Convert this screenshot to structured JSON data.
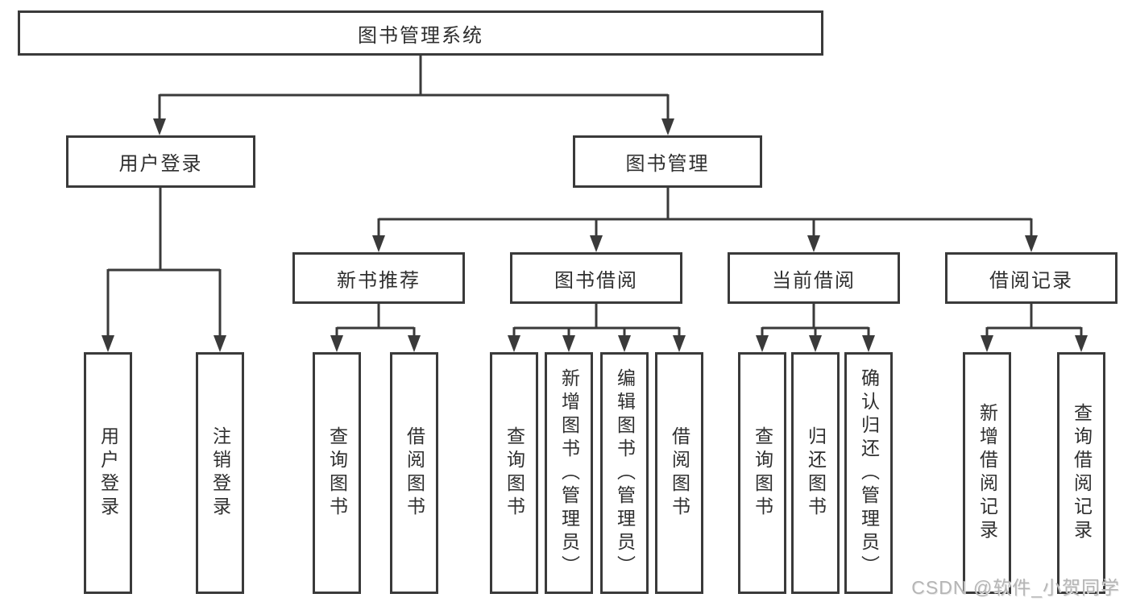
{
  "root": {
    "label": "图书管理系统"
  },
  "user_branch": {
    "label": "用户登录",
    "children": [
      {
        "label": "用户登录"
      },
      {
        "label": "注销登录"
      }
    ]
  },
  "mgmt_branch": {
    "label": "图书管理",
    "sections": [
      {
        "label": "新书推荐",
        "children": [
          {
            "label": "查询图书"
          },
          {
            "label": "借阅图书"
          }
        ]
      },
      {
        "label": "图书借阅",
        "children": [
          {
            "label": "查询图书"
          },
          {
            "label": "新增图书（管理员）"
          },
          {
            "label": "编辑图书（管理员）"
          },
          {
            "label": "借阅图书"
          }
        ]
      },
      {
        "label": "当前借阅",
        "children": [
          {
            "label": "查询图书"
          },
          {
            "label": "归还图书"
          },
          {
            "label": "确认归还（管理员）"
          }
        ]
      },
      {
        "label": "借阅记录",
        "children": [
          {
            "label": "新增借阅记录"
          },
          {
            "label": "查询借阅记录"
          }
        ]
      }
    ]
  },
  "watermark": "CSDN @软件_小贺同学",
  "colors": {
    "line": "#3a3a3a",
    "text": "#2f2f2f",
    "background": "#ffffff",
    "watermark": "#b5b5b5"
  }
}
